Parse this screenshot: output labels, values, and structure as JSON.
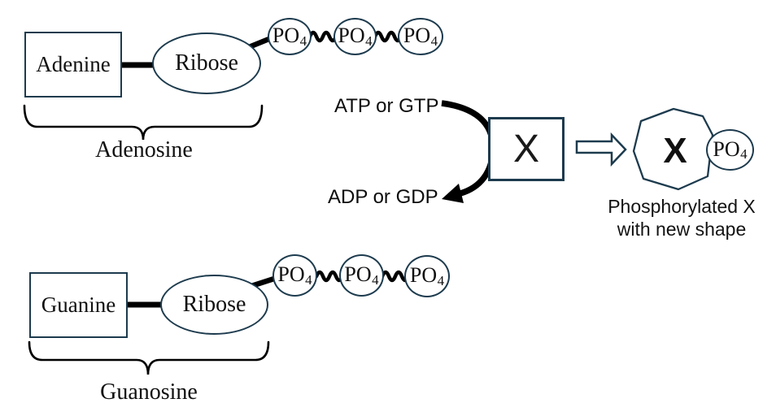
{
  "colors": {
    "shape_stroke": "#1d3b4e",
    "connector_black": "#000000",
    "text": "#111111",
    "background": "#ffffff"
  },
  "po": {
    "base": "PO",
    "sub": "4"
  },
  "top_unit": {
    "base": "Adenine",
    "sugar": "Ribose",
    "brace_label": "Adenosine"
  },
  "bottom_unit": {
    "base": "Guanine",
    "sugar": "Ribose",
    "brace_label": "Guanosine"
  },
  "reaction": {
    "input": "ATP or GTP",
    "output": "ADP or GDP",
    "substrate": "X"
  },
  "product": {
    "label": "X",
    "caption_line1": "Phosphorylated X",
    "caption_line2": "with new shape"
  }
}
